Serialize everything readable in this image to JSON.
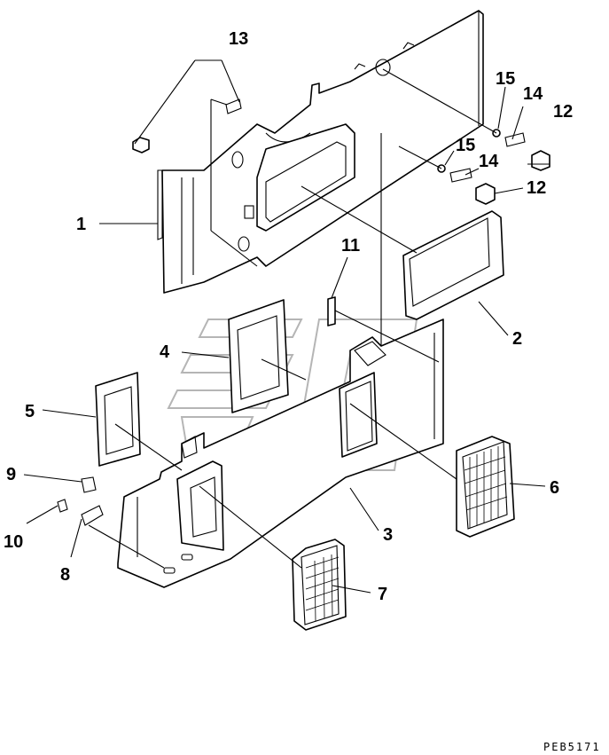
{
  "callouts": {
    "c1": "1",
    "c2": "2",
    "c3": "3",
    "c4": "4",
    "c5": "5",
    "c6": "6",
    "c7": "7",
    "c8": "8",
    "c9": "9",
    "c10": "10",
    "c11": "11",
    "c12a": "12",
    "c12b": "12",
    "c13": "13",
    "c14a": "14",
    "c14b": "14",
    "c15a": "15",
    "c15b": "15"
  },
  "drawing_code": "PEB5171",
  "colors": {
    "line": "#000000",
    "watermark": "#b5b5b5",
    "background": "#ffffff"
  }
}
